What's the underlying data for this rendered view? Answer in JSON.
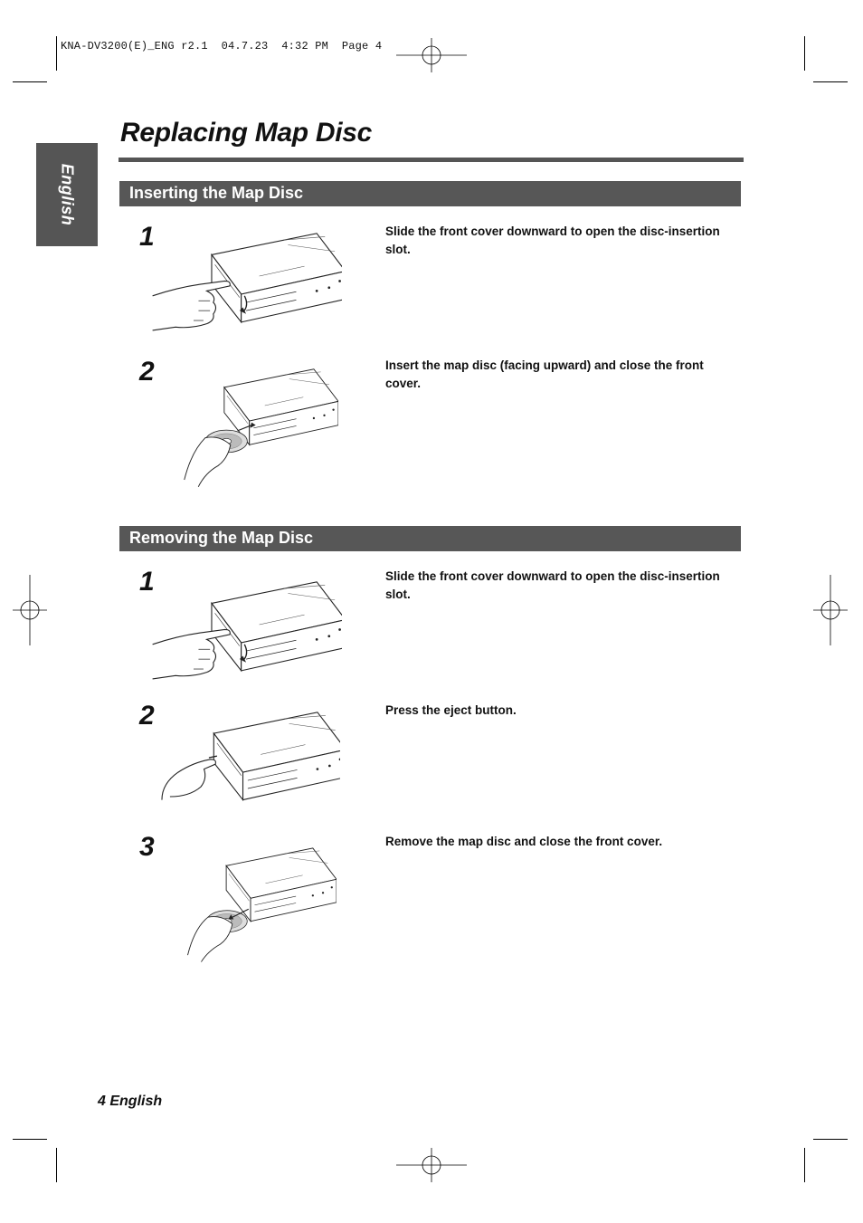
{
  "header": {
    "slug": "KNA-DV3200(E)_ENG r2.1  04.7.23  4:32 PM  Page 4"
  },
  "side_tab": {
    "label": "English"
  },
  "page_title": "Replacing Map Disc",
  "sections": [
    {
      "title": "Inserting the Map Disc",
      "steps": [
        {
          "number": "1",
          "text": "Slide the front cover downward to open the disc-insertion slot.",
          "image": "hand-opening-cover"
        },
        {
          "number": "2",
          "text": "Insert the map disc (facing upward) and close the front cover.",
          "image": "hand-inserting-disc"
        }
      ]
    },
    {
      "title": "Removing the Map Disc",
      "steps": [
        {
          "number": "1",
          "text": "Slide the front cover downward to open the disc-insertion slot.",
          "image": "hand-opening-cover"
        },
        {
          "number": "2",
          "text": "Press the eject button.",
          "image": "hand-pressing-eject"
        },
        {
          "number": "3",
          "text": "Remove the map disc and close the front cover.",
          "image": "hand-removing-disc"
        }
      ]
    }
  ],
  "footer": {
    "page_label": "4 English"
  }
}
